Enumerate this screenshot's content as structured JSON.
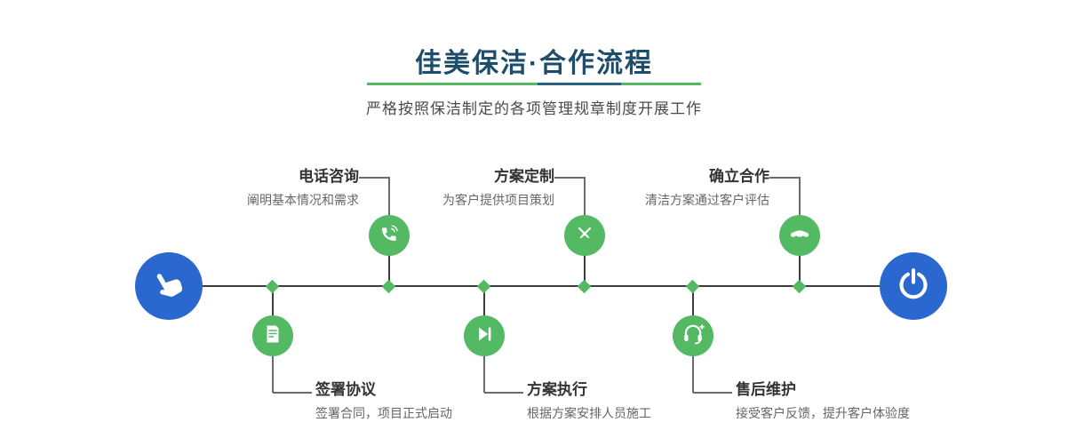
{
  "header": {
    "title": "佳美保洁·合作流程",
    "subtitle": "严格按照保洁制定的各项管理规章制度开展工作"
  },
  "timeline": {
    "start_icon": "hand-pointer-icon",
    "end_icon": "power-icon",
    "steps_top": [
      {
        "title": "电话咨询",
        "desc": "阐明基本情况和需求",
        "icon": "phone-icon"
      },
      {
        "title": "方案定制",
        "desc": "为客户提供项目策划",
        "icon": "design-pencils-icon"
      },
      {
        "title": "确立合作",
        "desc": "清洁方案通过客户评估",
        "icon": "handshake-icon"
      }
    ],
    "steps_bottom": [
      {
        "title": "签署协议",
        "desc": "签署合同，项目正式启动",
        "icon": "contract-icon"
      },
      {
        "title": "方案执行",
        "desc": "根据方案安排人员施工",
        "icon": "play-next-icon"
      },
      {
        "title": "售后维护",
        "desc": "接受客户反馈，提升客户体验度",
        "icon": "headset-support-icon"
      }
    ]
  },
  "colors": {
    "green": "#53b963",
    "blue": "#2a68d0",
    "title": "#1e4d6b",
    "line": "#3d3d3d"
  }
}
